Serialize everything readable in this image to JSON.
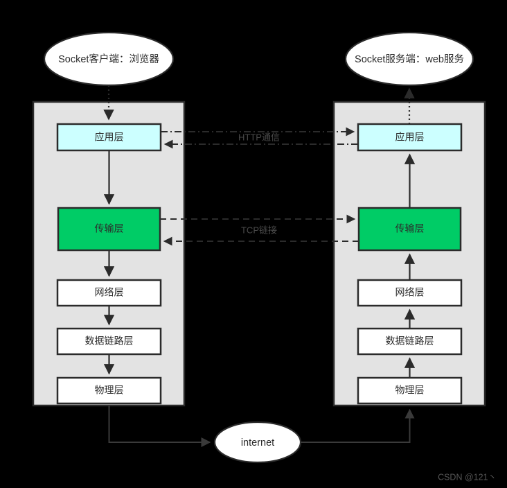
{
  "diagram": {
    "title": "Socket 通信协议栈示意图",
    "background_color": "#000000",
    "panel_color": "#e3e3e3",
    "stroke_color": "#2b2b2b",
    "app_layer_color": "#ccffff",
    "transport_layer_color": "#00cc66",
    "plain_box_color": "#ffffff",
    "label_color": "#4a4a4a"
  },
  "client": {
    "endpoint_label": "Socket客户端：浏览器",
    "layers": [
      {
        "name": "application",
        "label": "应用层",
        "fill": "#ccffff"
      },
      {
        "name": "transport",
        "label": "传输层",
        "fill": "#00cc66"
      },
      {
        "name": "network",
        "label": "网络层",
        "fill": "#ffffff"
      },
      {
        "name": "datalink",
        "label": "数据链路层",
        "fill": "#ffffff"
      },
      {
        "name": "physical",
        "label": "物理层",
        "fill": "#ffffff"
      }
    ]
  },
  "server": {
    "endpoint_label": "Socket服务端：web服务",
    "layers": [
      {
        "name": "application",
        "label": "应用层",
        "fill": "#ccffff"
      },
      {
        "name": "transport",
        "label": "传输层",
        "fill": "#00cc66"
      },
      {
        "name": "network",
        "label": "网络层",
        "fill": "#ffffff"
      },
      {
        "name": "datalink",
        "label": "数据链路层",
        "fill": "#ffffff"
      },
      {
        "name": "physical",
        "label": "物理层",
        "fill": "#ffffff"
      }
    ]
  },
  "connections": {
    "http_label": "HTTP通信",
    "tcp_label": "TCP链接",
    "internet_label": "internet"
  },
  "watermark": {
    "text": "CSDN @121丶"
  }
}
